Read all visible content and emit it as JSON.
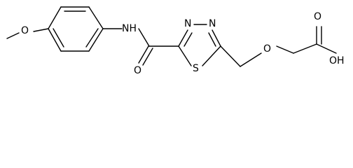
{
  "structure": {
    "atom_labels": {
      "methoxy_o": "O",
      "amide_nh": "NH",
      "carbonyl_o": "O",
      "ring_n1": "N",
      "ring_n2": "N",
      "ring_s": "S",
      "ether_o": "O",
      "acid_o": "O",
      "acid_oh": "OH"
    }
  }
}
